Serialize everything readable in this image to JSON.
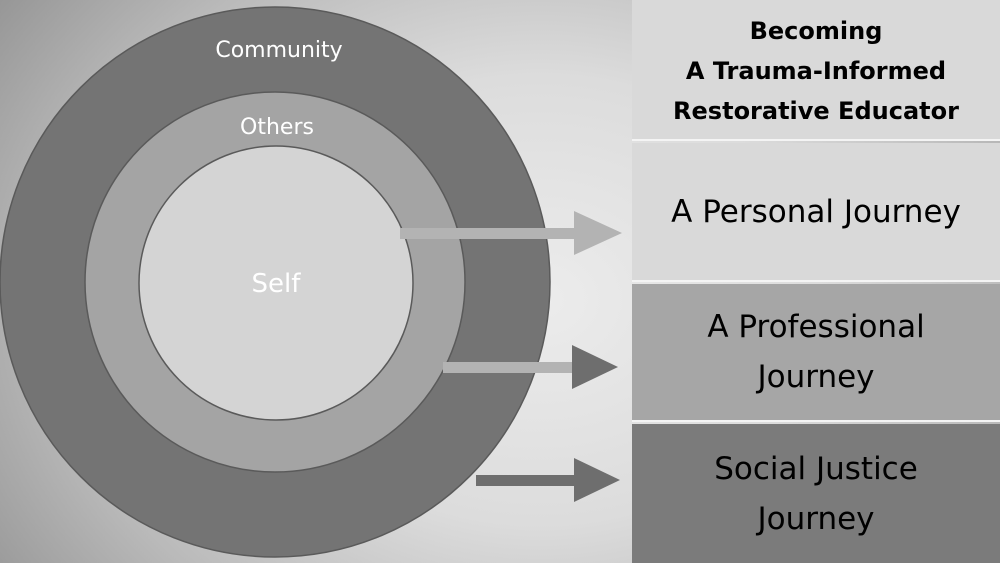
{
  "diagram": {
    "rings": {
      "outer_label": "Community",
      "middle_label": "Others",
      "inner_label": "Self"
    },
    "panels": {
      "title": "Becoming\nA Trauma-Informed\nRestorative Educator",
      "personal": "A Personal Journey",
      "professional": "A Professional\nJourney",
      "social": "Social Justice\nJourney"
    },
    "colors": {
      "outer_ring": "#747474",
      "middle_ring": "#a4a4a4",
      "inner_circle": "#d4d4d4",
      "ring_stroke": "#5a5a5a",
      "arrow": "#b3b3b3",
      "arrow_dark": "#6e6e6e",
      "panel_light": "#d9d9d9",
      "panel_mid": "#a6a6a6",
      "panel_dark": "#7b7b7b"
    }
  }
}
